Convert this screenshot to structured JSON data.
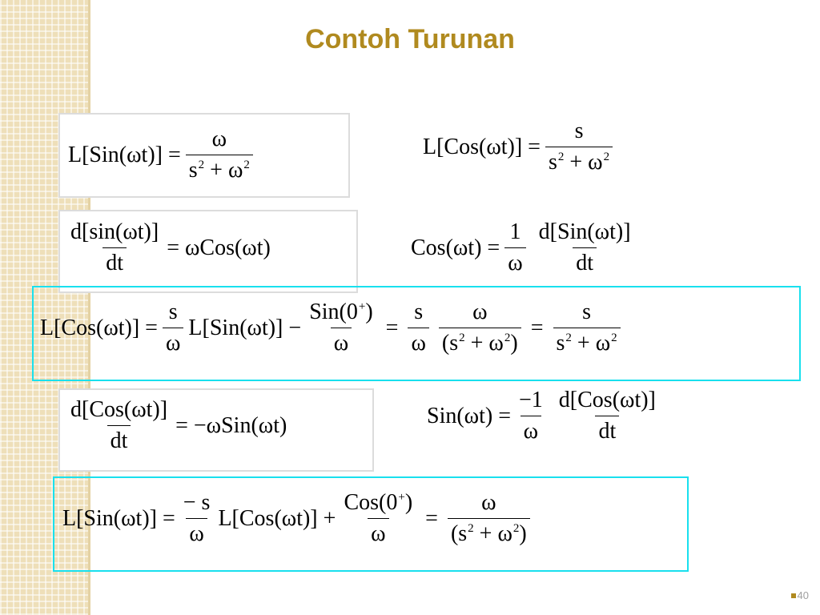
{
  "slide": {
    "title": "Contoh Turunan",
    "page_number": "40"
  },
  "eq1": {
    "lhs": "L[Sin(ωt)] =",
    "num": "ω",
    "den_a": "s",
    "den_exp1": "2",
    "den_b": " + ω",
    "den_exp2": "2"
  },
  "eq2": {
    "lhs": "L[Cos(ωt)] =",
    "num": "s",
    "den_a": "s",
    "den_exp1": "2",
    "den_b": " + ω",
    "den_exp2": "2"
  },
  "eq3": {
    "num": "d[sin(ωt)]",
    "den": "dt",
    "rhs": "= ωCos(ωt)"
  },
  "eq4": {
    "lhs": "Cos(ωt) =",
    "num1": "1",
    "den1": "ω",
    "num2": "d[Sin(ωt)]",
    "den2": "dt"
  },
  "eq5": {
    "lhs": "L[Cos(ωt)] =",
    "f1_num": "s",
    "f1_den": "ω",
    "mid": "L[Sin(ωt)] −",
    "f2_num": "Sin(0",
    "f2_sup": "+",
    "f2_num_end": ")",
    "f2_den": "ω",
    "eq_a": "=",
    "f3_num": "s",
    "f3_den": "ω",
    "f4_num": "ω",
    "f4_den_a": "(s",
    "f4_den_e1": "2",
    "f4_den_b": " + ω",
    "f4_den_e2": "2",
    "f4_den_c": ")",
    "eq_b": "=",
    "f5_num": "s",
    "f5_den_a": "s",
    "f5_den_e1": "2",
    "f5_den_b": " + ω",
    "f5_den_e2": "2"
  },
  "eq6": {
    "num": "d[Cos(ωt)]",
    "den": "dt",
    "rhs": "= −ωSin(ωt)"
  },
  "eq7": {
    "lhs": "Sin(ωt) =",
    "num1": "−1",
    "den1": "ω",
    "num2": "d[Cos(ωt)]",
    "den2": "dt"
  },
  "eq8": {
    "lhs": "L[Sin(ωt)] =",
    "f1_num": "− s",
    "f1_den": "ω",
    "mid": "L[Cos(ωt)] +",
    "f2_num": "Cos(0",
    "f2_sup": "+",
    "f2_num_end": ")",
    "f2_den": "ω",
    "eq_a": "=",
    "f3_num": "ω",
    "f3_den_a": "(s",
    "f3_den_e1": "2",
    "f3_den_b": " + ω",
    "f3_den_e2": "2",
    "f3_den_c": ")"
  }
}
